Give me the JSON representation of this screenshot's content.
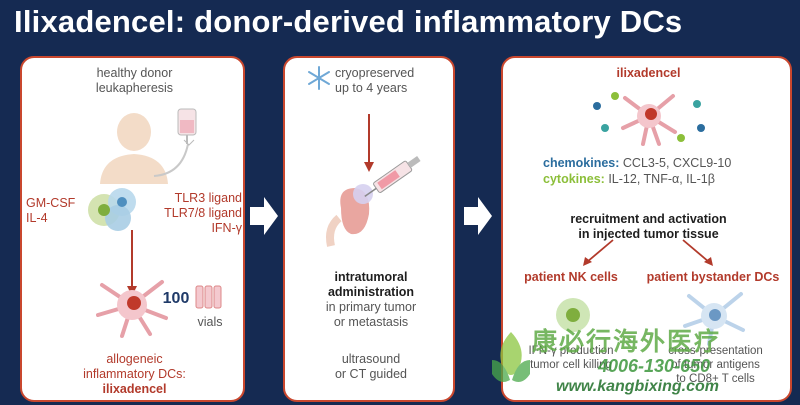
{
  "title": "Ilixadencel: donor-derived inflammatory DCs",
  "panel1": {
    "donor_line1": "healthy donor",
    "donor_line2": "leukapheresis",
    "left_factors": [
      "GM-CSF",
      "IL-4"
    ],
    "right_factors": [
      "TLR3 ligand",
      "TLR7/8 ligand",
      "IFN-γ"
    ],
    "vials_count": "100",
    "vials_label": "vials",
    "product_line1": "allogeneic",
    "product_line2": "inflammatory DCs:",
    "product_name": "ilixadencel"
  },
  "panel2": {
    "cryo_line1": "cryopreserved",
    "cryo_line2": "up to 4 years",
    "admin_line1": "intratumoral",
    "admin_line2": "administration",
    "admin_line3": "in primary tumor",
    "admin_line4": "or metastasis",
    "guide_line1": "ultrasound",
    "guide_line2": "or CT guided"
  },
  "panel3": {
    "header": "ilixadencel",
    "chemokines_label": "chemokines:",
    "chemokines_value": "CCL3-5, CXCL9-10",
    "cytokines_label": "cytokines:",
    "cytokines_value": "IL-12, TNF-α, IL-1β",
    "recruit_line1": "recruitment and activation",
    "recruit_line2": "in injected tumor tissue",
    "nk_title": "patient NK cells",
    "dc_title": "patient bystander DCs",
    "nk_line1": "IFN-γ production",
    "nk_line2": "tumor cell killing",
    "dc_line1": "cross-presentation",
    "dc_line2": "of tumor antigens",
    "dc_line3": "to CD8+ T cells"
  },
  "watermark": {
    "name": "康必行海外医疗",
    "phone": "4006-130-650",
    "url": "www.kangbixing.com"
  },
  "colors": {
    "background": "#152a52",
    "accent_red": "#b23a2b",
    "chemokine_blue": "#2b6d9e",
    "cytokine_green": "#8cbf3a"
  }
}
